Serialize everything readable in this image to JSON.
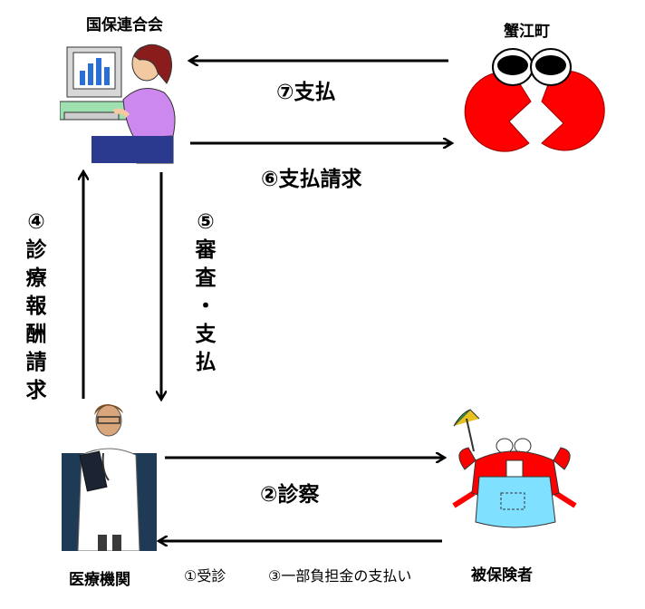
{
  "nodes": {
    "kokuho": "国保連合会",
    "town": "蟹江町",
    "clinic": "医療機関",
    "insured": "被保険者"
  },
  "edges": {
    "e7": "⑦支払",
    "e6": "⑥支払請求",
    "e2": "②診察",
    "e4": [
      "④",
      "診",
      "療",
      "報",
      "酬",
      "請",
      "求"
    ],
    "e5": [
      "⑤",
      "審",
      "査",
      "・",
      "支",
      "払"
    ]
  },
  "notes": {
    "n1": "①受診",
    "n3": "③一部負担金の支払い"
  },
  "colors": {
    "crab_red": "#ff0000",
    "sweater": "#cc88ee",
    "overall": "#7fe0ff",
    "clinic_bg": "#1f3a55"
  }
}
